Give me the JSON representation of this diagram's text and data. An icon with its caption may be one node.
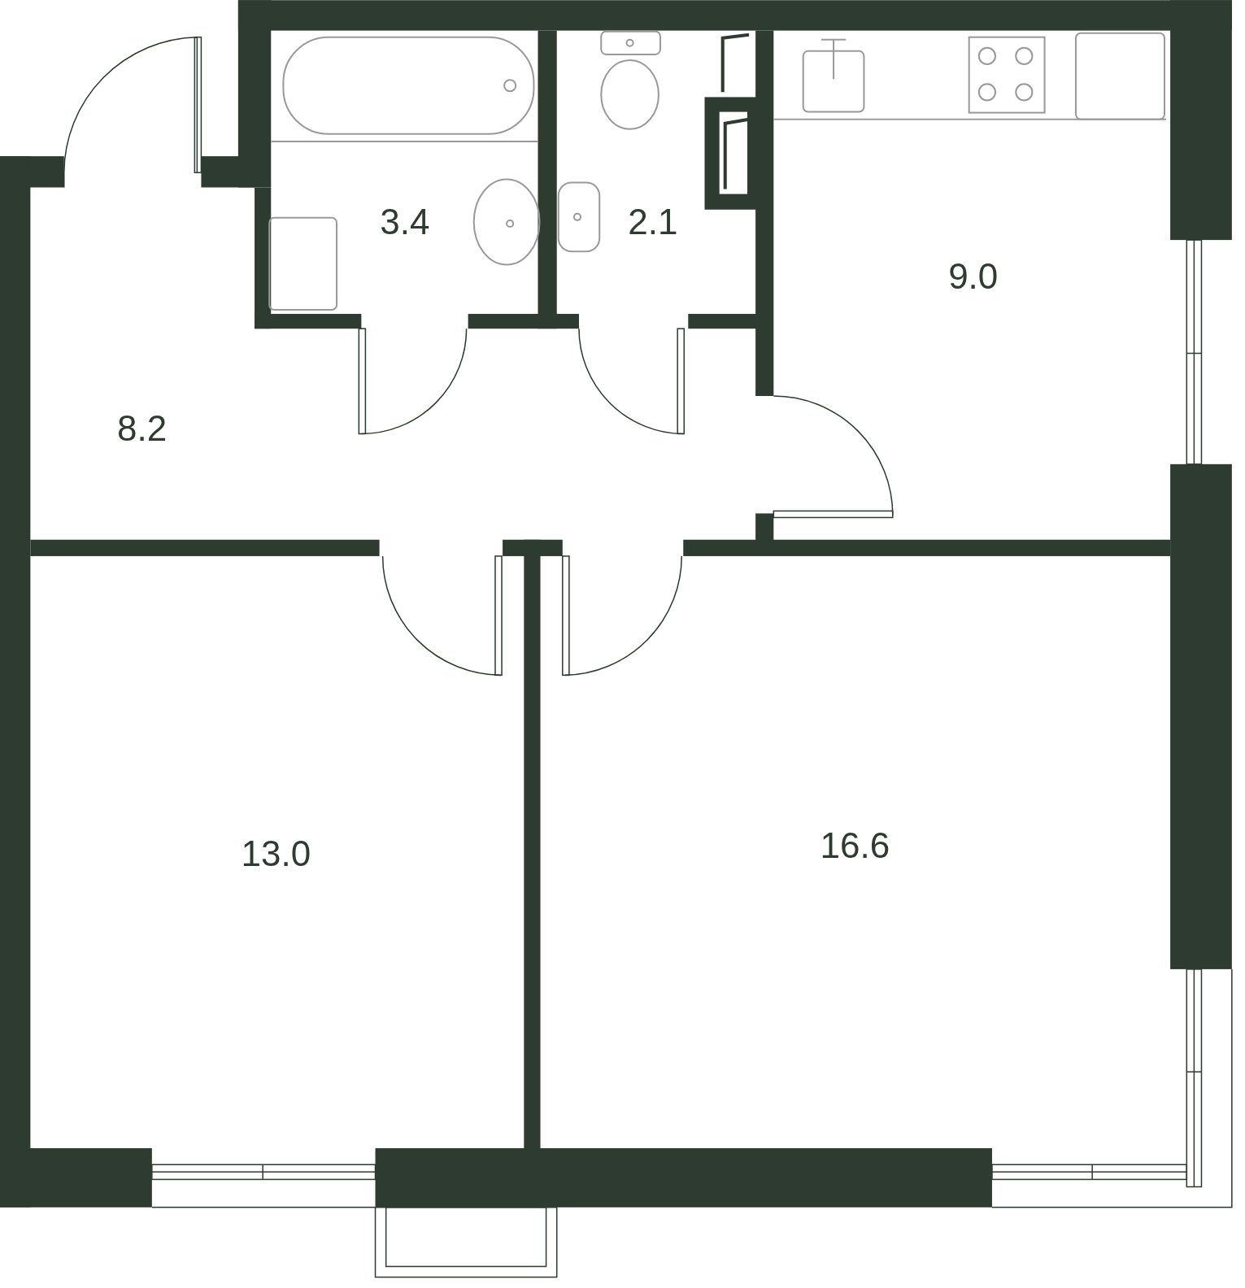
{
  "diagram": {
    "labels": [
      "3.4",
      "2.1",
      "9.0",
      "8.2",
      "13.0",
      "16.6"
    ]
  }
}
